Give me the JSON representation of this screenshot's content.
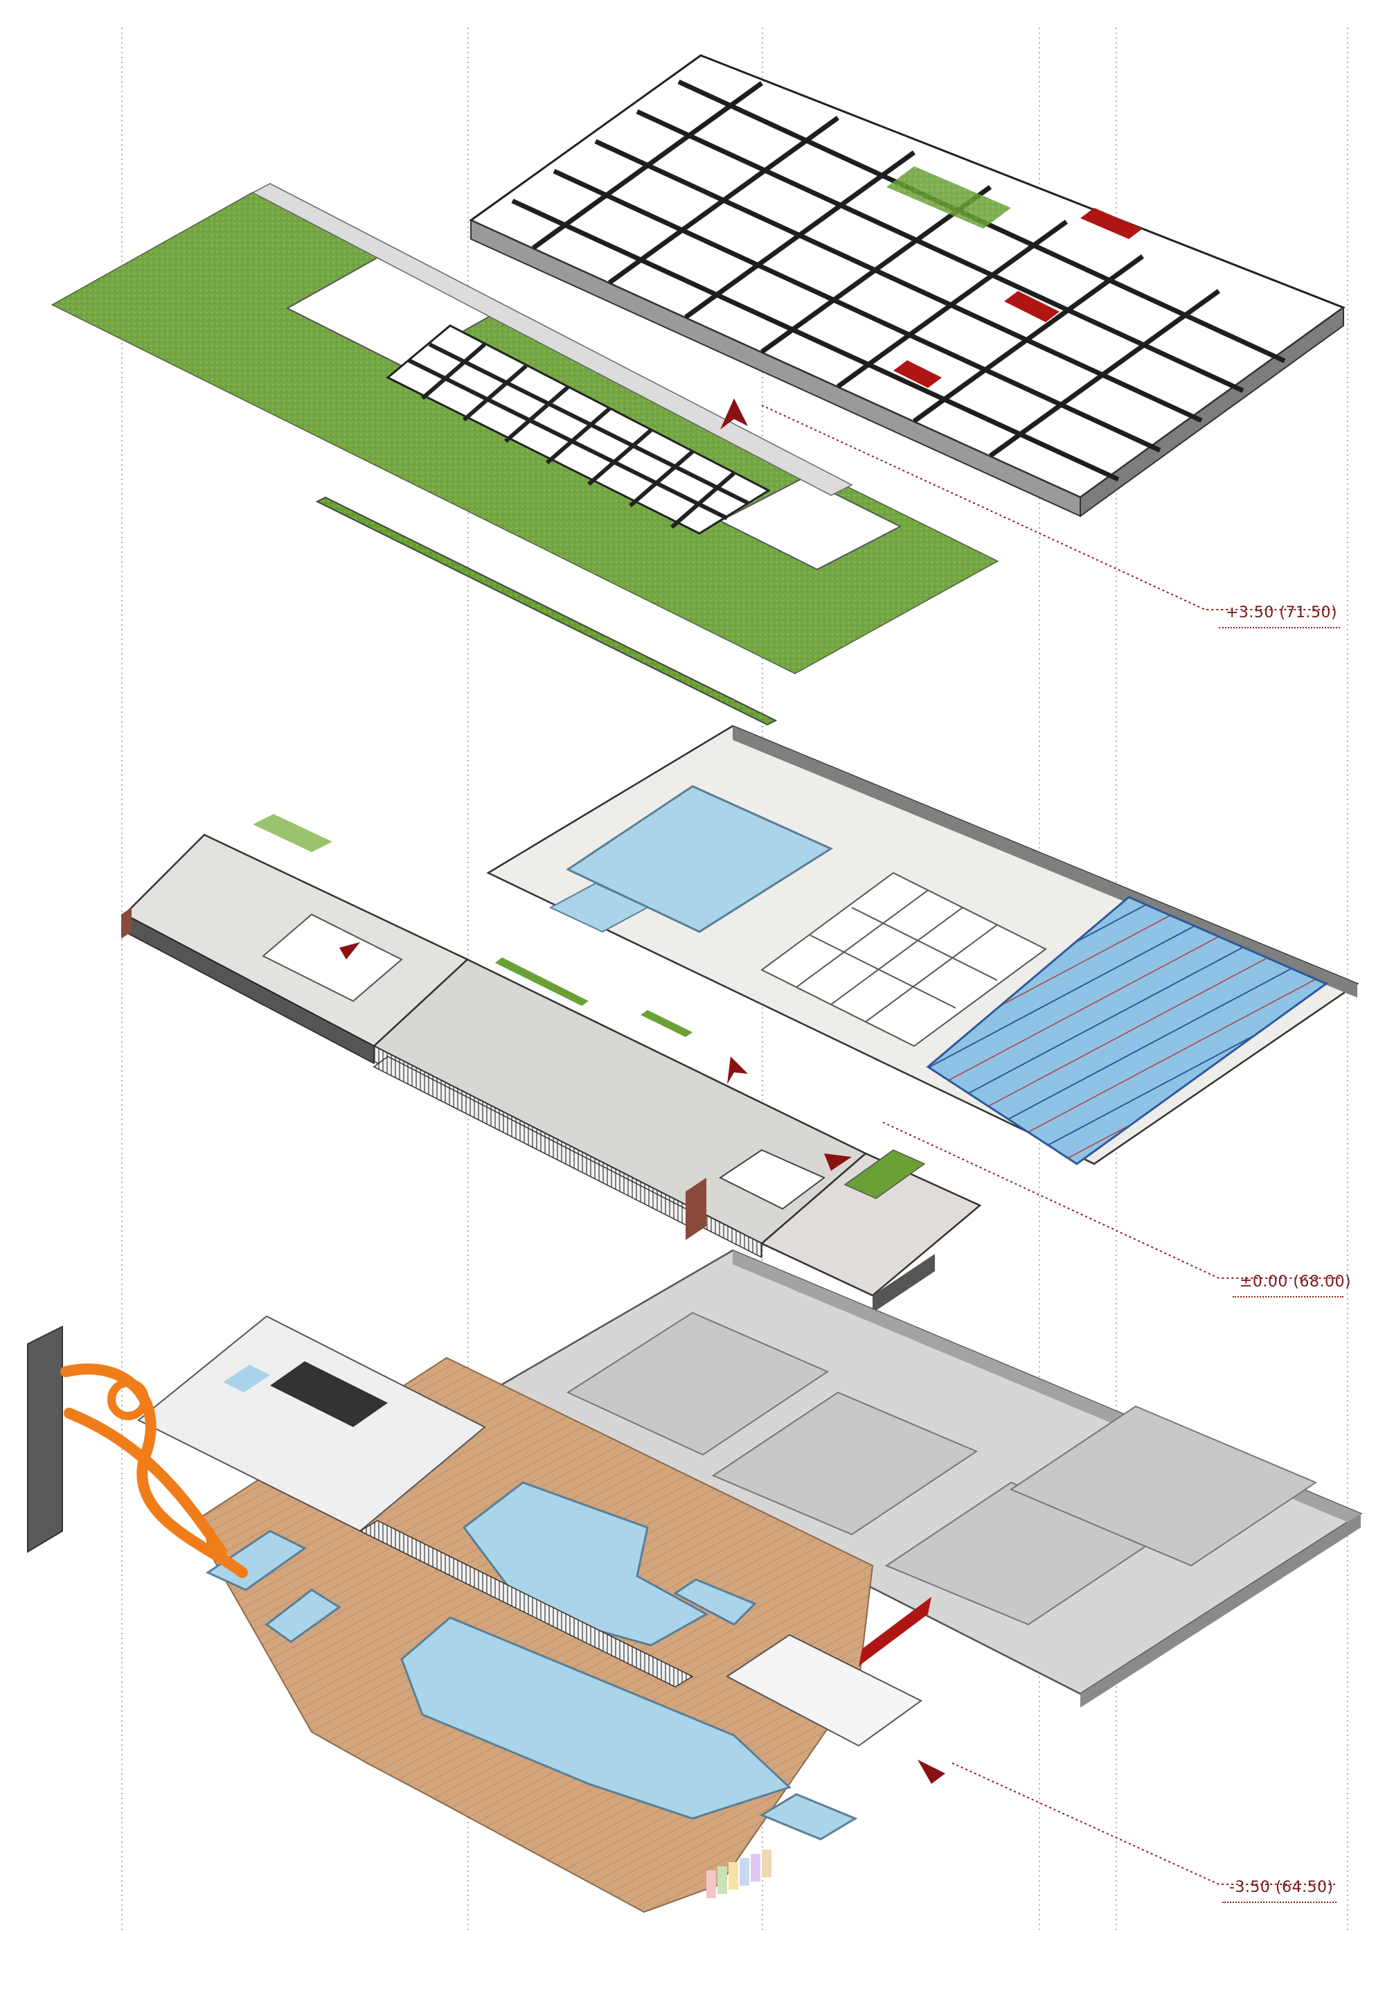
{
  "levels": [
    {
      "id": "roof",
      "label": "+3.50 (71.50)"
    },
    {
      "id": "ground",
      "label": "±0.00 (68.00)"
    },
    {
      "id": "lower",
      "label": "-3.50 (64.50)"
    }
  ],
  "colors": {
    "structure": "#2b2b2b",
    "green_roof": "#6aa135",
    "pool_water": "#a9d4ea",
    "lap_pool": "#8fc3e6",
    "deck_wood": "#d3a57c",
    "slide": "#f07d1a",
    "wall": "#d6d6d6",
    "floor": "#e4e2de",
    "entry_arrow": "#8a1212",
    "seating": "#b01515",
    "guide_line": "#8a1c1c"
  }
}
